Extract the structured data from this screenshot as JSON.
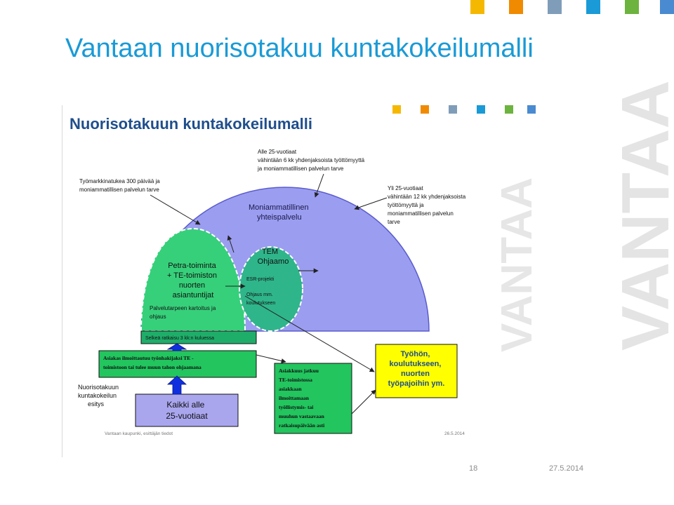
{
  "slide": {
    "title": "Vantaan nuorisotakuu kuntakokeilumalli",
    "watermark": "VANTAA",
    "page_number": "18",
    "date": "27.5.2014"
  },
  "colors": {
    "title_blue": "#1a9ad6",
    "squares": [
      "#f5b800",
      "#f08a00",
      "#7f9db9",
      "#1a9ad6",
      "#6db33f",
      "#4a8ad0"
    ],
    "semicircle": "#9b9df0",
    "green_ellipse": "#36d07a",
    "teal_ellipse": "#2fb58a",
    "yellow_box": "#ffff00",
    "green_box": "#22c55e",
    "blue_box": "#a9a6ee"
  },
  "figure": {
    "title": "Nuorisotakuun kuntakokeilumalli",
    "top_note": [
      "Alle 25-vuotiaat",
      "vähintään 6 kk yhdenjaksoista työttömyyttä",
      "ja moniammatillisen palvelun tarve"
    ],
    "left_note": [
      "Työmarkkinatukea 300 päivää ja",
      "moniammatillisen palvelun tarve"
    ],
    "right_note": [
      "Yli 25-vuotiaat",
      "vähintään 12 kk yhdenjaksoista",
      "työttömyyttä ja",
      "moniammatillisen palvelun",
      "tarve"
    ],
    "semicircle_label": [
      "Moniammatillinen",
      "yhteispalvelu"
    ],
    "petra_label": [
      "Petra-toiminta",
      "+ TE-toimiston",
      "nuorten",
      "asiantuntijat"
    ],
    "petra_sub": [
      "Palvelutarpeen kartoitus ja",
      "ohjaus"
    ],
    "tem_label": [
      "TEM",
      "Ohjaamo"
    ],
    "tem_sub1": "ESR-projekti",
    "tem_sub2": [
      "Ohjaus mm.",
      "koulutukseen"
    ],
    "bar_label": "Selkeä ratkaisu 3 kk:n kuluessa",
    "mid_box": [
      "Asiakas ilmoittautuu työnhakijaksi TE -",
      "toimistoon tai tulee muun tahon ohjaamana"
    ],
    "left_caption": [
      "Nuorisotakuun",
      "kuntakokeilun",
      "esitys"
    ],
    "bottom_box": [
      "Kaikki alle",
      "25-vuotiaat"
    ],
    "green_box": [
      "Asiakkuus jatkuu",
      "TE-toimistossa",
      "asiakkaan",
      "ilmoittamaan",
      "työllistymis- tai",
      "muuhun vastaavaan",
      "ratkaisupäivään asti"
    ],
    "yellow_box": [
      "Työhön,",
      "koulutukseen,",
      "nuorten",
      "työpajoihin ym."
    ],
    "footer_left": "Vantaan kaupunki, esittäjän tiedot",
    "footer_right": "26.5.2014"
  }
}
